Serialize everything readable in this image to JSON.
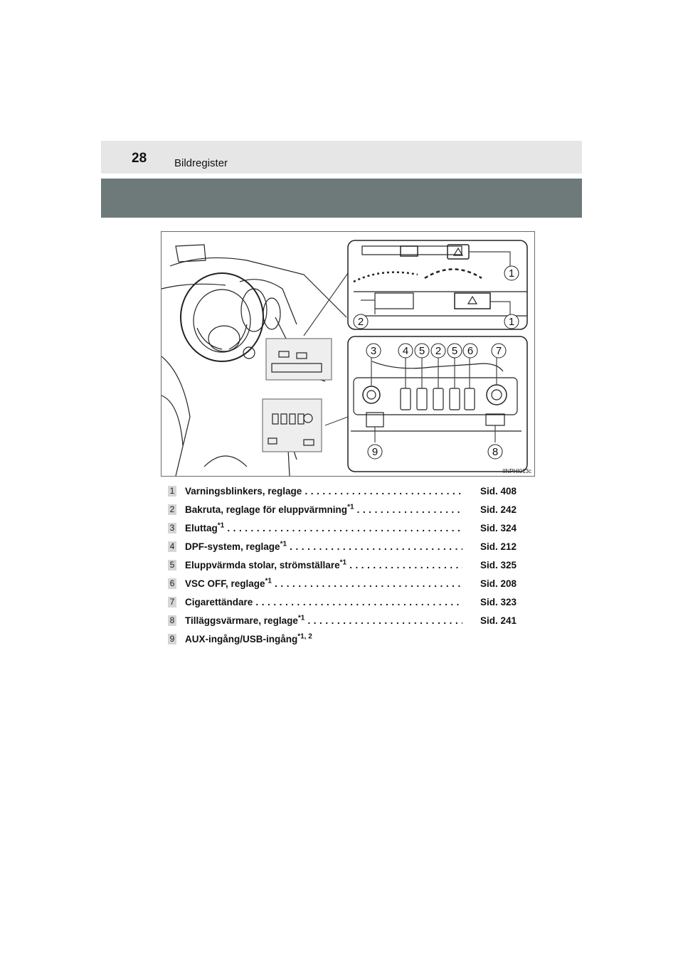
{
  "header": {
    "page_number": "28",
    "section_title": "Bildregister"
  },
  "figure": {
    "code": "IINPHI013c",
    "callouts": [
      "1",
      "1",
      "2",
      "3",
      "4",
      "5",
      "2",
      "5",
      "6",
      "7",
      "9",
      "8"
    ]
  },
  "items": [
    {
      "num": "1",
      "label": "Varningsblinkers, reglage",
      "sup": "",
      "ref": "Sid. 408"
    },
    {
      "num": "2",
      "label": "Bakruta, reglage för eluppvärmning",
      "sup": "*1",
      "ref": "Sid. 242"
    },
    {
      "num": "3",
      "label": "Eluttag",
      "sup": "*1",
      "ref": "Sid. 324"
    },
    {
      "num": "4",
      "label": "DPF-system, reglage",
      "sup": "*1",
      "ref": "Sid. 212"
    },
    {
      "num": "5",
      "label": "Eluppvärmda stolar, strömställare",
      "sup": "*1",
      "ref": "Sid. 325"
    },
    {
      "num": "6",
      "label": "VSC OFF, reglage",
      "sup": "*1",
      "ref": "Sid. 208"
    },
    {
      "num": "7",
      "label": "Cigarettändare",
      "sup": "",
      "ref": "Sid. 323"
    },
    {
      "num": "8",
      "label": "Tilläggsvärmare, reglage",
      "sup": "*1",
      "ref": "Sid. 241"
    },
    {
      "num": "9",
      "label": "AUX-ingång/USB-ingång",
      "sup": "*1, 2",
      "ref": ""
    }
  ]
}
